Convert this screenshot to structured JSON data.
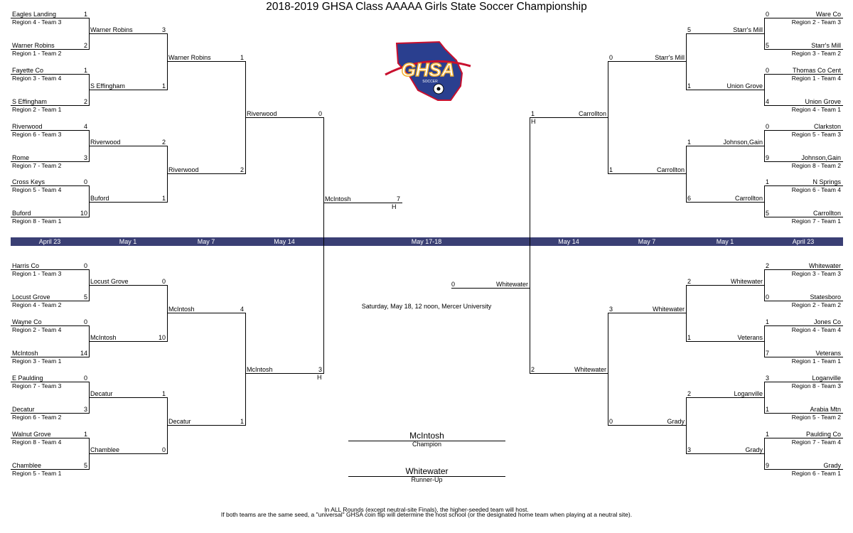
{
  "title": "2018-2019 GHSA Class AAAAA Girls State Soccer Championship",
  "logo": {
    "text": "GHSA",
    "subtext": "SOCCER"
  },
  "rounds_left": [
    "April 23",
    "May 1",
    "May 7",
    "May 14"
  ],
  "round_center": "May 17-18",
  "rounds_right": [
    "May 14",
    "May 7",
    "May 1",
    "April 23"
  ],
  "colors": {
    "band": "#3a3f74",
    "logo_blue": "#2a3f8f",
    "logo_red": "#c8102e",
    "logo_gold": "#f2b233"
  },
  "r1_left_top": [
    {
      "team": "Eagles Landing",
      "seed": "Region 4 - Team 3",
      "score": "1"
    },
    {
      "team": "Warner Robins",
      "seed": "Region 1 - Team 2",
      "score": "2"
    },
    {
      "team": "Fayette Co",
      "seed": "Region 3 - Team 4",
      "score": "1"
    },
    {
      "team": "S Effingham",
      "seed": "Region 2 - Team 1",
      "score": "2"
    },
    {
      "team": "Riverwood",
      "seed": "Region 6 - Team 3",
      "score": "4"
    },
    {
      "team": "Rome",
      "seed": "Region 7 - Team 2",
      "score": "3"
    },
    {
      "team": "Cross Keys",
      "seed": "Region 5 - Team 4",
      "score": "0"
    },
    {
      "team": "Buford",
      "seed": "Region 8 - Team 1",
      "score": "10"
    }
  ],
  "r2_left_top": [
    {
      "team": "Warner Robins",
      "score": "3"
    },
    {
      "team": "S Effingham",
      "score": "1"
    },
    {
      "team": "Riverwood",
      "score": "2"
    },
    {
      "team": "Buford",
      "score": "1"
    }
  ],
  "qf_left_top": [
    {
      "team": "Warner Robins",
      "score": "1"
    },
    {
      "team": "Riverwood",
      "score": "2"
    }
  ],
  "sf_left_top": {
    "team": "Riverwood",
    "score": "0"
  },
  "r1_left_bottom": [
    {
      "team": "Harris Co",
      "seed": "Region 1 - Team 3",
      "score": "0"
    },
    {
      "team": "Locust Grove",
      "seed": "Region 4 - Team 2",
      "score": "5"
    },
    {
      "team": "Wayne Co",
      "seed": "Region 2 - Team 4",
      "score": "0"
    },
    {
      "team": "McIntosh",
      "seed": "Region 3 - Team 1",
      "score": "14"
    },
    {
      "team": "E Paulding",
      "seed": "Region 7 - Team 3",
      "score": "0"
    },
    {
      "team": "Decatur",
      "seed": "Region 6 - Team 2",
      "score": "3"
    },
    {
      "team": "Walnut Grove",
      "seed": "Region 8 - Team 4",
      "score": "1"
    },
    {
      "team": "Chamblee",
      "seed": "Region 5 - Team 1",
      "score": "5"
    }
  ],
  "r2_left_bottom": [
    {
      "team": "Locust Grove",
      "score": "0"
    },
    {
      "team": "McIntosh",
      "score": "10"
    },
    {
      "team": "Decatur",
      "score": "1"
    },
    {
      "team": "Chamblee",
      "score": "0"
    }
  ],
  "qf_left_bottom": [
    {
      "team": "McIntosh",
      "score": "4"
    },
    {
      "team": "Decatur",
      "score": "1"
    }
  ],
  "sf_left_bottom": {
    "team": "McIntosh",
    "score": "3",
    "host": "H"
  },
  "final_left": {
    "team": "McIntosh",
    "score": "7",
    "host": "H"
  },
  "r1_right_top": [
    {
      "team": "Ware Co",
      "seed": "Region 2 - Team 3",
      "score": "0"
    },
    {
      "team": "Starr's Mill",
      "seed": "Region 3 - Team 2",
      "score": "5"
    },
    {
      "team": "Thomas Co Cent",
      "seed": "Region 1 - Team 4",
      "score": "0"
    },
    {
      "team": "Union Grove",
      "seed": "Region 4 - Team 1",
      "score": "4"
    },
    {
      "team": "Clarkston",
      "seed": "Region 5 - Team 3",
      "score": "0"
    },
    {
      "team": "Johnson,Gain",
      "seed": "Region 8 - Team 2",
      "score": "9"
    },
    {
      "team": "N Springs",
      "seed": "Region 6 - Team 4",
      "score": "1"
    },
    {
      "team": "Carrollton",
      "seed": "Region 7 - Team 1",
      "score": "5"
    }
  ],
  "r2_right_top": [
    {
      "team": "Starr's Mill",
      "score": "5"
    },
    {
      "team": "Union Grove",
      "score": "1"
    },
    {
      "team": "Johnson,Gain",
      "score": "1"
    },
    {
      "team": "Carrollton",
      "score": "6"
    }
  ],
  "qf_right_top": [
    {
      "team": "Starr's Mill",
      "score": "0"
    },
    {
      "team": "Carrollton",
      "score": "1"
    }
  ],
  "sf_right_top": {
    "team": "Carrollton",
    "score": "1",
    "host": "H"
  },
  "r1_right_bottom": [
    {
      "team": "Whitewater",
      "seed": "Region 3 - Team 3",
      "score": "2"
    },
    {
      "team": "Statesboro",
      "seed": "Region 2 - Team 2",
      "score": "0"
    },
    {
      "team": "Jones Co",
      "seed": "Region 4 - Team 4",
      "score": "1"
    },
    {
      "team": "Veterans",
      "seed": "Region 1 - Team 1",
      "score": "7"
    },
    {
      "team": "Loganville",
      "seed": "Region 8 - Team 3",
      "score": "3"
    },
    {
      "team": "Arabia Mtn",
      "seed": "Region 5 - Team 2",
      "score": "1"
    },
    {
      "team": "Paulding Co",
      "seed": "Region 7 - Team 4",
      "score": "1"
    },
    {
      "team": "Grady",
      "seed": "Region 6 - Team 1",
      "score": "9"
    }
  ],
  "r2_right_bottom": [
    {
      "team": "Whitewater",
      "score": "2"
    },
    {
      "team": "Veterans",
      "score": "1"
    },
    {
      "team": "Loganville",
      "score": "2"
    },
    {
      "team": "Grady",
      "score": "3"
    }
  ],
  "qf_right_bottom": [
    {
      "team": "Whitewater",
      "score": "3"
    },
    {
      "team": "Grady",
      "score": "0"
    }
  ],
  "sf_right_bottom": {
    "team": "Whitewater",
    "score": "2"
  },
  "final_right": {
    "team": "Whitewater",
    "score": "0"
  },
  "final_info": "Saturday, May 18, 12 noon, Mercer University",
  "champion": {
    "team": "McIntosh",
    "label": "Champion"
  },
  "runner_up": {
    "team": "Whitewater",
    "label": "Runner-Up"
  },
  "footnote1": "In ALL Rounds (except neutral-site Finals), the higher-seeded team will host.",
  "footnote2": "If both teams are the same seed, a \"universal\" GHSA coin flip will determine the host school (or the designated home team when playing at a neutral site)."
}
